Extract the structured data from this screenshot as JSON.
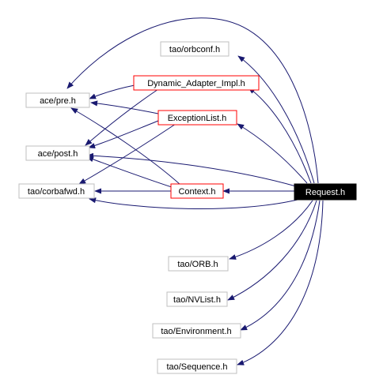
{
  "colors": {
    "edge": "#191970",
    "plain_border": "#bfbfbf",
    "linked_border": "#ff0000",
    "root_fill": "#000000",
    "root_text": "#ffffff",
    "node_text": "#000000"
  },
  "root": {
    "label": "Request.h"
  },
  "nodes": {
    "orbconf": {
      "label": "tao/orbconf.h"
    },
    "dynamic": {
      "label": "Dynamic_Adapter_Impl.h"
    },
    "acepre": {
      "label": "ace/pre.h"
    },
    "exlist": {
      "label": "ExceptionList.h"
    },
    "acepost": {
      "label": "ace/post.h"
    },
    "corbafwd": {
      "label": "tao/corbafwd.h"
    },
    "context": {
      "label": "Context.h"
    },
    "orb": {
      "label": "tao/ORB.h"
    },
    "nvlist": {
      "label": "tao/NVList.h"
    },
    "env": {
      "label": "tao/Environment.h"
    },
    "seq": {
      "label": "tao/Sequence.h"
    }
  }
}
